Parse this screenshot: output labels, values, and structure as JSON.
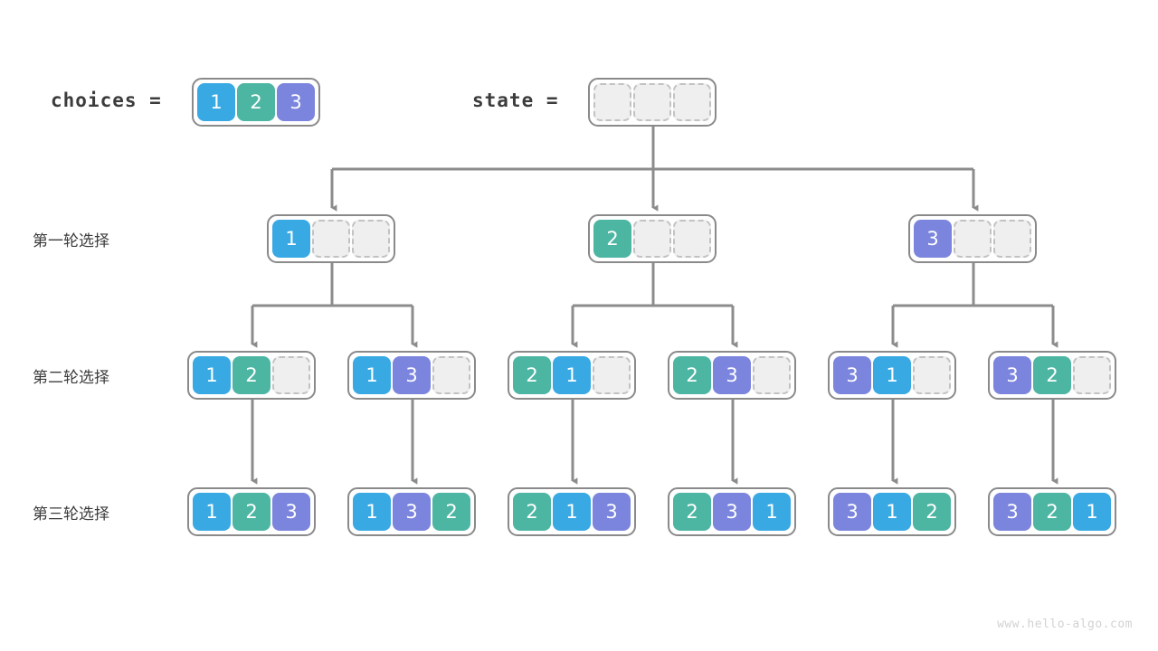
{
  "header": {
    "choices_label": "choices =",
    "state_label": "state =",
    "choices_cells": [
      "1",
      "2",
      "3"
    ],
    "state_cells": [
      "",
      "",
      ""
    ]
  },
  "rows": [
    {
      "label": "第一轮选择"
    },
    {
      "label": "第二轮选择"
    },
    {
      "label": "第三轮选择"
    }
  ],
  "level1": [
    {
      "cells": [
        "1",
        "",
        ""
      ]
    },
    {
      "cells": [
        "2",
        "",
        ""
      ]
    },
    {
      "cells": [
        "3",
        "",
        ""
      ]
    }
  ],
  "level2": [
    {
      "cells": [
        "1",
        "2",
        ""
      ]
    },
    {
      "cells": [
        "1",
        "3",
        ""
      ]
    },
    {
      "cells": [
        "2",
        "1",
        ""
      ]
    },
    {
      "cells": [
        "2",
        "3",
        ""
      ]
    },
    {
      "cells": [
        "3",
        "1",
        ""
      ]
    },
    {
      "cells": [
        "3",
        "2",
        ""
      ]
    }
  ],
  "level3": [
    {
      "cells": [
        "1",
        "2",
        "3"
      ]
    },
    {
      "cells": [
        "1",
        "3",
        "2"
      ]
    },
    {
      "cells": [
        "2",
        "1",
        "3"
      ]
    },
    {
      "cells": [
        "2",
        "3",
        "1"
      ]
    },
    {
      "cells": [
        "3",
        "1",
        "2"
      ]
    },
    {
      "cells": [
        "3",
        "2",
        "1"
      ]
    }
  ],
  "watermark": "www.hello-algo.com",
  "colors": {
    "value_1": "#39a9e4",
    "value_2": "#4db6a3",
    "value_3": "#7b85dd",
    "empty_cell_fill": "#efefef",
    "empty_cell_border": "#c2c2c2",
    "node_border": "#8a8a8a",
    "connector": "#8c8c8c",
    "text": "#3c3c3c",
    "watermark": "#d2d2d2",
    "background": "#ffffff"
  }
}
